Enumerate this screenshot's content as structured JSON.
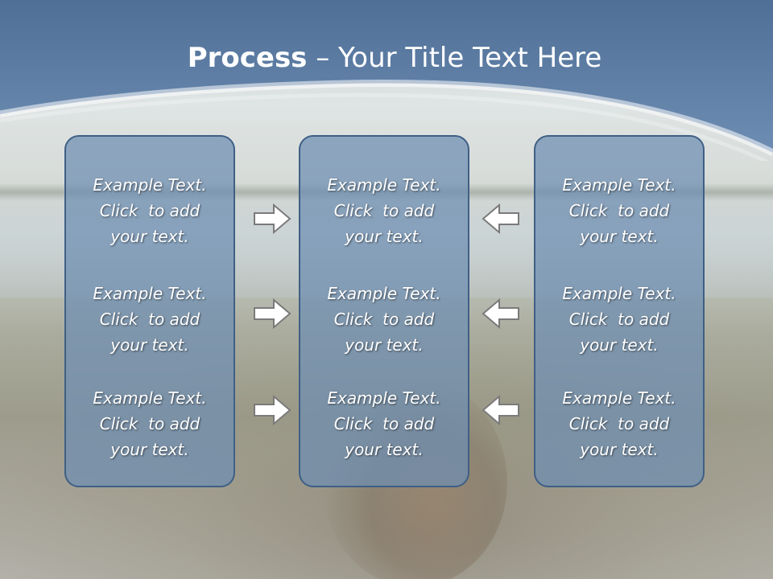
{
  "slide": {
    "title_bold": "Process",
    "title_rest": " – Your Title Text Here",
    "panels": [
      {
        "blocks": [
          [
            "Example Text.",
            "Click  to add",
            "your text."
          ],
          [
            "Example Text.",
            "Click  to add",
            "your text."
          ],
          [
            "Example Text.",
            "Click  to add",
            "your text."
          ]
        ]
      },
      {
        "blocks": [
          [
            "Example Text.",
            "Click  to add",
            "your text."
          ],
          [
            "Example Text.",
            "Click  to add",
            "your text."
          ],
          [
            "Example Text.",
            "Click  to add",
            "your text."
          ]
        ]
      },
      {
        "blocks": [
          [
            "Example Text.",
            "Click  to add",
            "your text."
          ],
          [
            "Example Text.",
            "Click  to add",
            "your text."
          ],
          [
            "Example Text.",
            "Click  to add",
            "your text."
          ]
        ]
      }
    ],
    "arrows_left_column": [
      "right-arrow-icon",
      "right-arrow-icon",
      "right-arrow-icon"
    ],
    "arrows_right_column": [
      "left-arrow-icon",
      "left-arrow-icon",
      "left-arrow-icon"
    ],
    "colors": {
      "header_blue": "#5f7fa6",
      "panel_fill": "#6e8eb2",
      "panel_border": "#3f5f85",
      "text": "#ffffff",
      "arrow_fill": "#ffffff",
      "arrow_stroke": "#7a7a7a"
    }
  }
}
